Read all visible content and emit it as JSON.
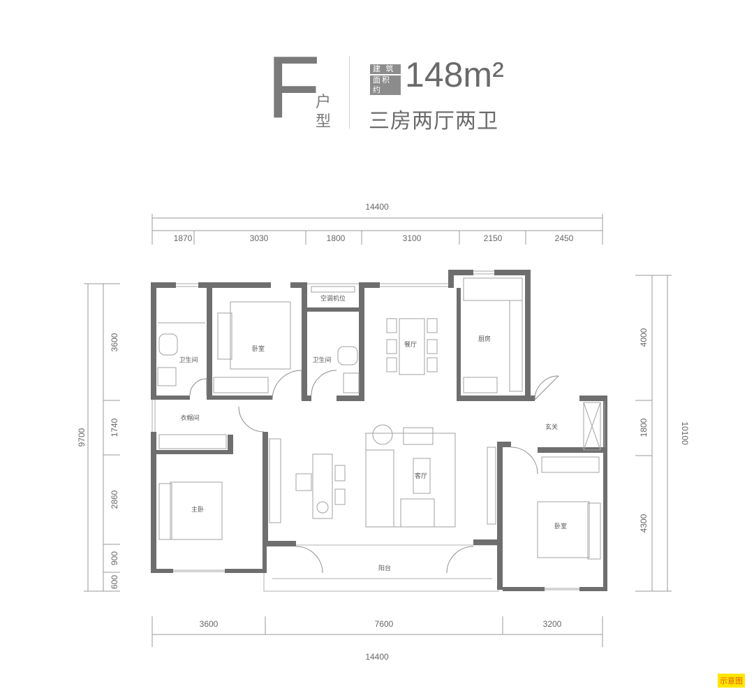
{
  "header": {
    "letter": "F",
    "suffix_chars": [
      "户",
      "型"
    ],
    "area_label_lines": [
      "建 筑",
      "面积约"
    ],
    "area_value": "148m²",
    "layout": "三房两厅两卫"
  },
  "dimensions": {
    "top_total": "14400",
    "top_segments": [
      "1870",
      "3030",
      "1800",
      "3100",
      "2150",
      "2450"
    ],
    "bottom_segments": [
      "3600",
      "7600",
      "3200"
    ],
    "bottom_total": "14400",
    "left_total": "9700",
    "left_segments": [
      "3600",
      "1740",
      "2860",
      "900",
      "600"
    ],
    "right_total": "10100",
    "right_segments": [
      "4000",
      "1800",
      "4300"
    ]
  },
  "rooms": {
    "bath_left": "卫生间",
    "bedroom_top": "卧室",
    "ac_unit": "空调机位",
    "bath_mid": "卫生间",
    "dining": "餐厅",
    "kitchen": "厨房",
    "closet": "衣帽间",
    "entrance": "玄关",
    "living": "客厅",
    "master": "主卧",
    "bedroom_right": "卧室",
    "balcony": "阳台"
  },
  "footer": {
    "stamp": "示意图"
  },
  "colors": {
    "wall": "#6e6e6e",
    "line": "#9a9a9a",
    "stamp_bg": "#ffe600",
    "stamp_text": "#e35b00"
  }
}
